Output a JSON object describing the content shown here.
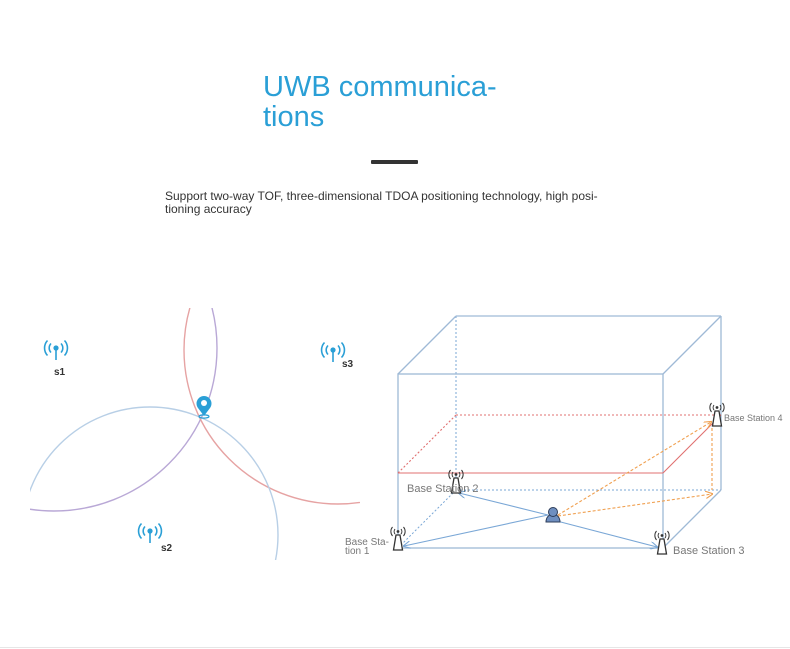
{
  "heading": {
    "line1": "UWB communica-",
    "line2": "tions"
  },
  "description": {
    "line1": "Support two-way TOF, three-dimensional TDOA positioning technology, high posi-",
    "line2": "tioning accuracy"
  },
  "left_diagram": {
    "stations": [
      {
        "label": "s1"
      },
      {
        "label": "s3"
      },
      {
        "label": "s2"
      }
    ]
  },
  "right_diagram": {
    "stations": [
      {
        "label_lines": [
          "Base Station 4"
        ]
      },
      {
        "label_lines": [
          "Base Station 2"
        ]
      },
      {
        "label_lines": [
          "Base Sta-",
          "tion 1"
        ]
      },
      {
        "label_lines": [
          "Base Station 3"
        ]
      }
    ]
  },
  "colors": {
    "accent": "#2a9fd6",
    "circle_purple": "#b9a8d6",
    "circle_pink": "#e6a3a3",
    "circle_blue": "#b8cfe6",
    "box_edge": "#9fbad6",
    "red_plane": "#e07070",
    "orange_ray": "#f0a050",
    "blue_ray": "#7aa7d6"
  }
}
